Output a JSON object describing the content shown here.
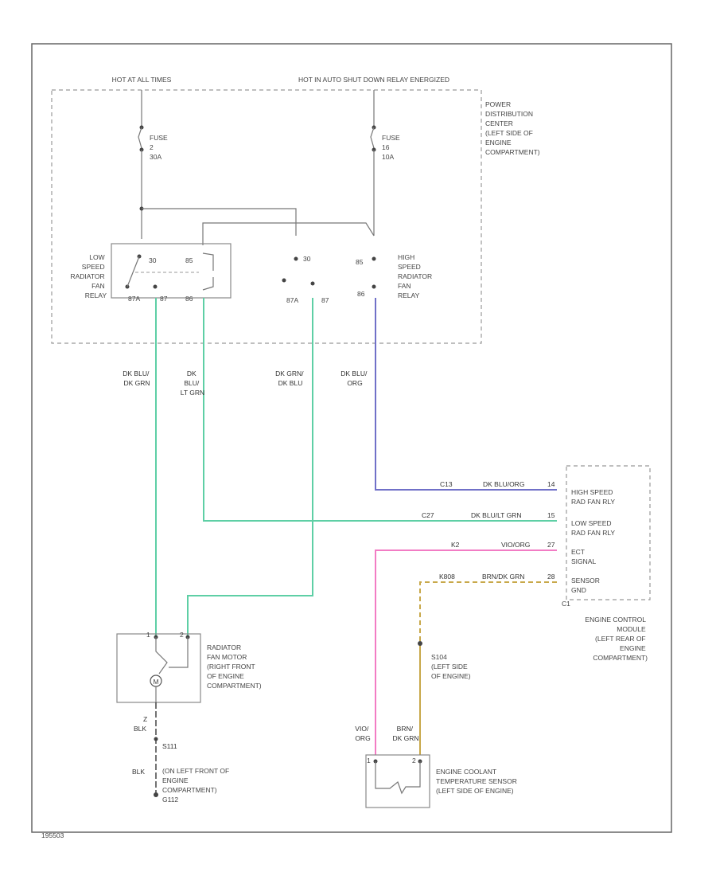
{
  "figure_code": "195503",
  "power": {
    "hot_left": "HOT AT ALL TIMES",
    "hot_right": "HOT IN AUTO SHUT DOWN RELAY ENERGIZED",
    "fuse_left": [
      "FUSE",
      "2",
      "30A"
    ],
    "fuse_right": [
      "FUSE",
      "16",
      "10A"
    ],
    "pdc_label": [
      "POWER",
      "DISTRIBUTION",
      "CENTER",
      "(LEFT SIDE OF",
      "ENGINE",
      "COMPARTMENT)"
    ]
  },
  "low_relay": {
    "label": [
      "LOW",
      "SPEED",
      "RADIATOR",
      "FAN",
      "RELAY"
    ],
    "pins": {
      "p30": "30",
      "p85": "85",
      "p87a": "87A",
      "p87": "87",
      "p86": "86"
    }
  },
  "high_relay": {
    "label": [
      "HIGH",
      "SPEED",
      "RADIATOR",
      "FAN",
      "RELAY"
    ],
    "pins": {
      "p30": "30",
      "p85": "85",
      "p86": "86",
      "p87a": "87A",
      "p87": "87"
    }
  },
  "wires": {
    "w1": [
      "DK BLU/",
      "DK GRN"
    ],
    "w2": [
      "DK",
      "BLU/",
      "LT GRN"
    ],
    "w3": [
      "DK GRN/",
      "DK BLU"
    ],
    "w4": [
      "DK BLU/",
      "ORG"
    ],
    "hs_circuit": "C13",
    "hs_color": "DK BLU/ORG",
    "hs_pin": "14",
    "ls_circuit": "C27",
    "ls_color": "DK BLU/LT GRN",
    "ls_pin": "15",
    "sig_circuit": "K2",
    "sig_color": "VIO/ORG",
    "sig_pin": "27",
    "gnd_circuit": "K808",
    "gnd_color": "BRN/DK GRN",
    "gnd_pin": "28",
    "sensor_left": [
      "VIO/",
      "ORG"
    ],
    "sensor_right": [
      "BRN/",
      "DK GRN"
    ],
    "blk1": "BLK",
    "blk2": "BLK",
    "z": "Z"
  },
  "ecm": {
    "pins": [
      "HIGH SPEED",
      "RAD FAN RLY",
      "LOW SPEED",
      "RAD FAN RLY",
      "ECT",
      "SIGNAL",
      "SENSOR",
      "GND"
    ],
    "connector": "C1",
    "label": [
      "ENGINE CONTROL",
      "MODULE",
      "(LEFT REAR OF",
      "ENGINE",
      "COMPARTMENT)"
    ]
  },
  "splice": {
    "id": "S104",
    "loc": [
      "(LEFT SIDE",
      "OF ENGINE)"
    ]
  },
  "splice2": "S111",
  "motor": {
    "label": [
      "RADIATOR",
      "FAN MOTOR",
      "(RIGHT FRONT",
      "OF ENGINE",
      "COMPARTMENT)"
    ],
    "pin1": "1",
    "pin2": "2"
  },
  "sensor": {
    "label": [
      "ENGINE COOLANT",
      "TEMPERATURE SENSOR",
      "(LEFT SIDE OF ENGINE)"
    ],
    "pin1": "1",
    "pin2": "2"
  },
  "ground": {
    "label": [
      "(ON LEFT FRONT OF",
      "ENGINE",
      "COMPARTMENT)"
    ],
    "id": "G112"
  },
  "colors": {
    "blue_green": "#5ecfa5",
    "violet": "#7070c8",
    "pink": "#f27cc4",
    "tan": "#c8a84a"
  }
}
